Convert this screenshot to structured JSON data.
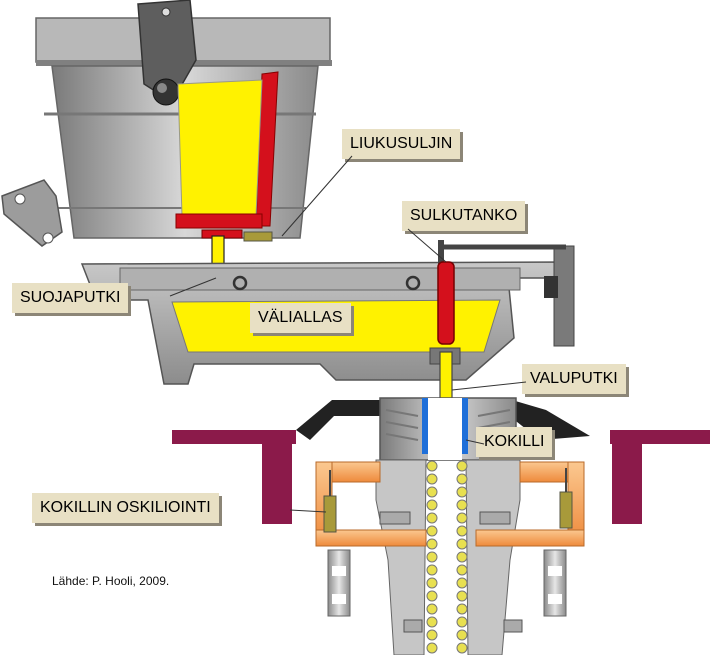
{
  "labels": {
    "liukusuljin": "LIUKUSULJIN",
    "sulkutanko": "SULKUTANKO",
    "suojaputki": "SUOJAPUTKI",
    "valiallas": "VÄLIALLAS",
    "valuputki": "VALUPUTKI",
    "kokilli": "KOKILLI",
    "kokillin_oskilointi": "KOKILLIN OSKILIOINTI"
  },
  "source": "Lähde: P. Hooli, 2009.",
  "colors": {
    "steel": "#fff200",
    "refractory_red": "#d4101c",
    "metal_gray": "#9a9a9a",
    "dark_gray": "#5a5a5a",
    "copper_orange": "#f7a35c",
    "water_blue": "#1e6fd9",
    "support_maroon": "#8b1a4a",
    "label_fill": "#e8e0c4"
  }
}
